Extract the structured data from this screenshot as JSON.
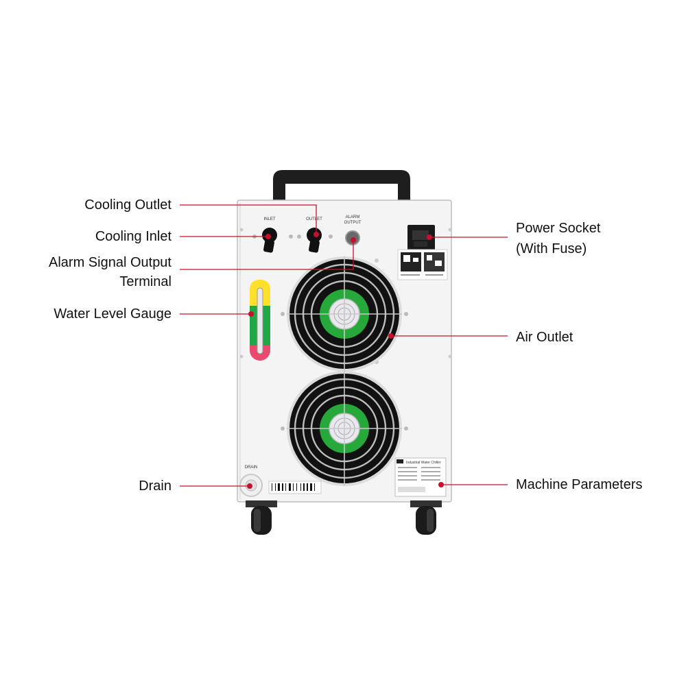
{
  "callouts": {
    "cooling_outlet": "Cooling Outlet",
    "cooling_inlet": "Cooling Inlet",
    "alarm_line1": "Alarm Signal Output",
    "alarm_line2": "Terminal",
    "water_level": "Water Level Gauge",
    "drain": "Drain",
    "power_line1": "Power Socket",
    "power_line2": "(With Fuse)",
    "air_outlet": "Air Outlet",
    "machine_params": "Machine Parameters"
  },
  "panel_text": {
    "inlet": "INLET",
    "outlet": "OUTLET",
    "alarm_1": "ALARM",
    "alarm_2": "OUTPUT",
    "drain": "DRAIN",
    "nameplate_title": "Industrial Water Chiller"
  },
  "colors": {
    "leader": "#c8102e",
    "body": "#f4f4f4",
    "fan_green": "#27a83a"
  }
}
